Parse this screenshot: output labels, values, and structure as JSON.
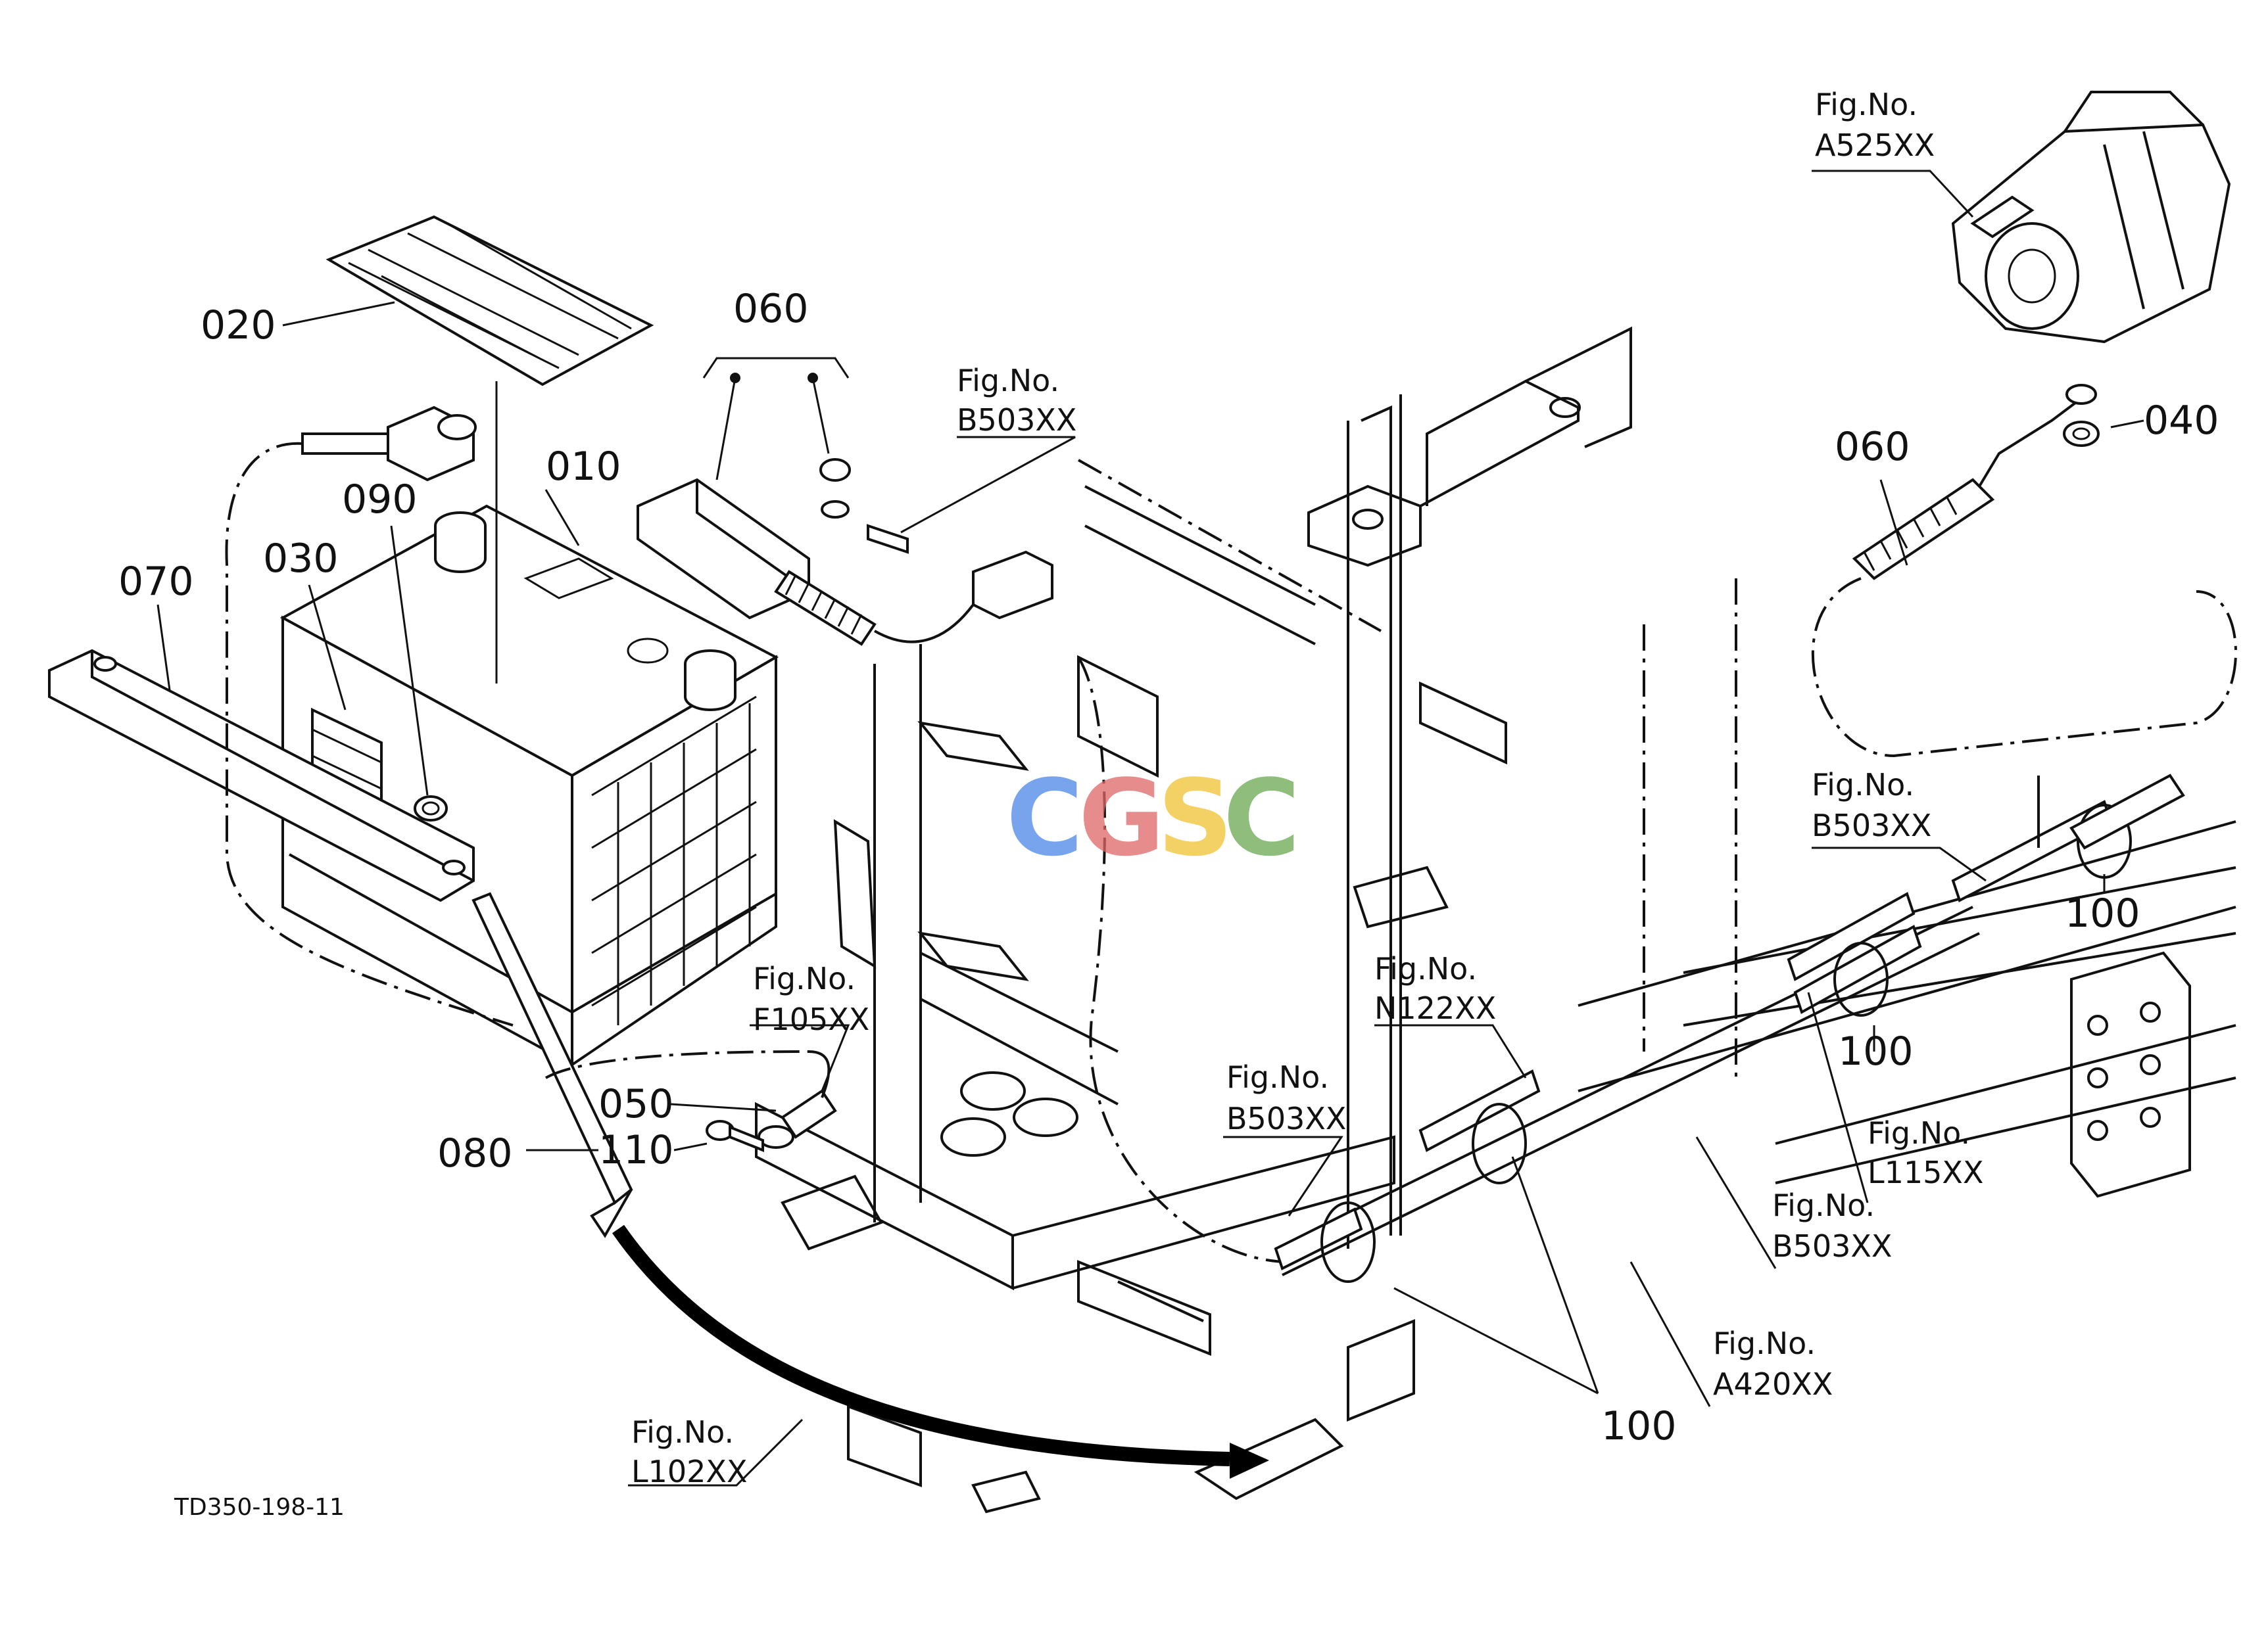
{
  "watermark": {
    "text": "CGSC",
    "colors": [
      "#4a86e8",
      "#e06666",
      "#f1c232",
      "#6aa84f"
    ]
  },
  "drawing_code": "TD350-198-11",
  "part_labels": [
    {
      "id": "010",
      "text": "010"
    },
    {
      "id": "020",
      "text": "020"
    },
    {
      "id": "030",
      "text": "030"
    },
    {
      "id": "040",
      "text": "040"
    },
    {
      "id": "050",
      "text": "050"
    },
    {
      "id": "060a",
      "text": "060"
    },
    {
      "id": "060b",
      "text": "060"
    },
    {
      "id": "070",
      "text": "070"
    },
    {
      "id": "080",
      "text": "080"
    },
    {
      "id": "090",
      "text": "090"
    },
    {
      "id": "100a",
      "text": "100"
    },
    {
      "id": "100b",
      "text": "100"
    },
    {
      "id": "100c",
      "text": "100"
    },
    {
      "id": "110",
      "text": "110"
    }
  ],
  "figure_refs": [
    {
      "prefix": "Fig.No.",
      "code": "A525XX"
    },
    {
      "prefix": "Fig.No.",
      "code": "B503XX"
    },
    {
      "prefix": "Fig.No.",
      "code": "B503XX"
    },
    {
      "prefix": "Fig.No.",
      "code": "N122XX"
    },
    {
      "prefix": "Fig.No.",
      "code": "B503XX"
    },
    {
      "prefix": "Fig.No.",
      "code": "F105XX"
    },
    {
      "prefix": "Fig.No.",
      "code": "L115XX"
    },
    {
      "prefix": "Fig.No.",
      "code": "B503XX"
    },
    {
      "prefix": "Fig.No.",
      "code": "A420XX"
    },
    {
      "prefix": "Fig.No.",
      "code": "L102XX"
    }
  ]
}
